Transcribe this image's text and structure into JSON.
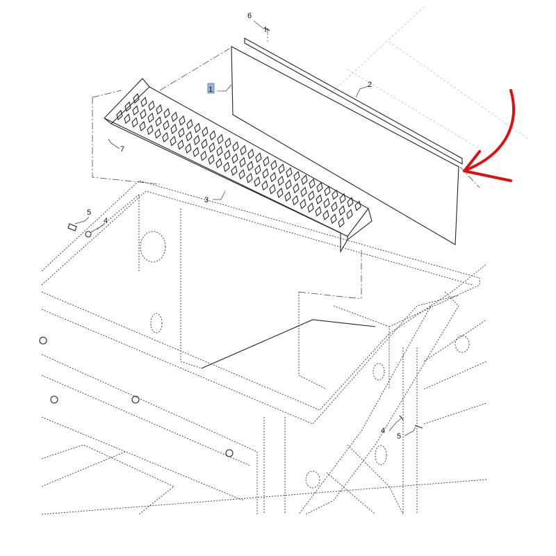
{
  "callouts": {
    "part_1": "1",
    "part_2": "2",
    "part_3": "3",
    "part_4_left": "4",
    "part_5_left": "5",
    "part_6": "6",
    "part_7": "7",
    "part_4_right": "4",
    "part_5_right": "5"
  },
  "colors": {
    "highlight": "#9db4d8",
    "arrow": "#e01010",
    "line": "#222222"
  },
  "icons": [
    "red-pointer-arrow"
  ]
}
